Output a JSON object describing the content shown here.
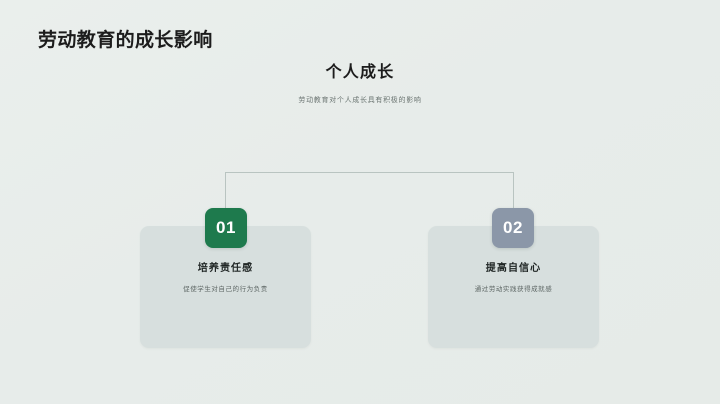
{
  "slide": {
    "title": "劳动教育的成长影响",
    "background_color": "#e8edea"
  },
  "section": {
    "heading": "个人成长",
    "subtitle": "劳动教育对个人成长具有积极的影响"
  },
  "connector": {
    "color": "#b9c4c1"
  },
  "cards": [
    {
      "number": "01",
      "badge_color": "#1e7a4d",
      "title": "培养责任感",
      "description": "促使学生对自己的行为负责",
      "card_color": "#d7dfde"
    },
    {
      "number": "02",
      "badge_color": "#8b97a8",
      "title": "提高自信心",
      "description": "通过劳动实践获得成就感",
      "card_color": "#d7dfde"
    }
  ]
}
